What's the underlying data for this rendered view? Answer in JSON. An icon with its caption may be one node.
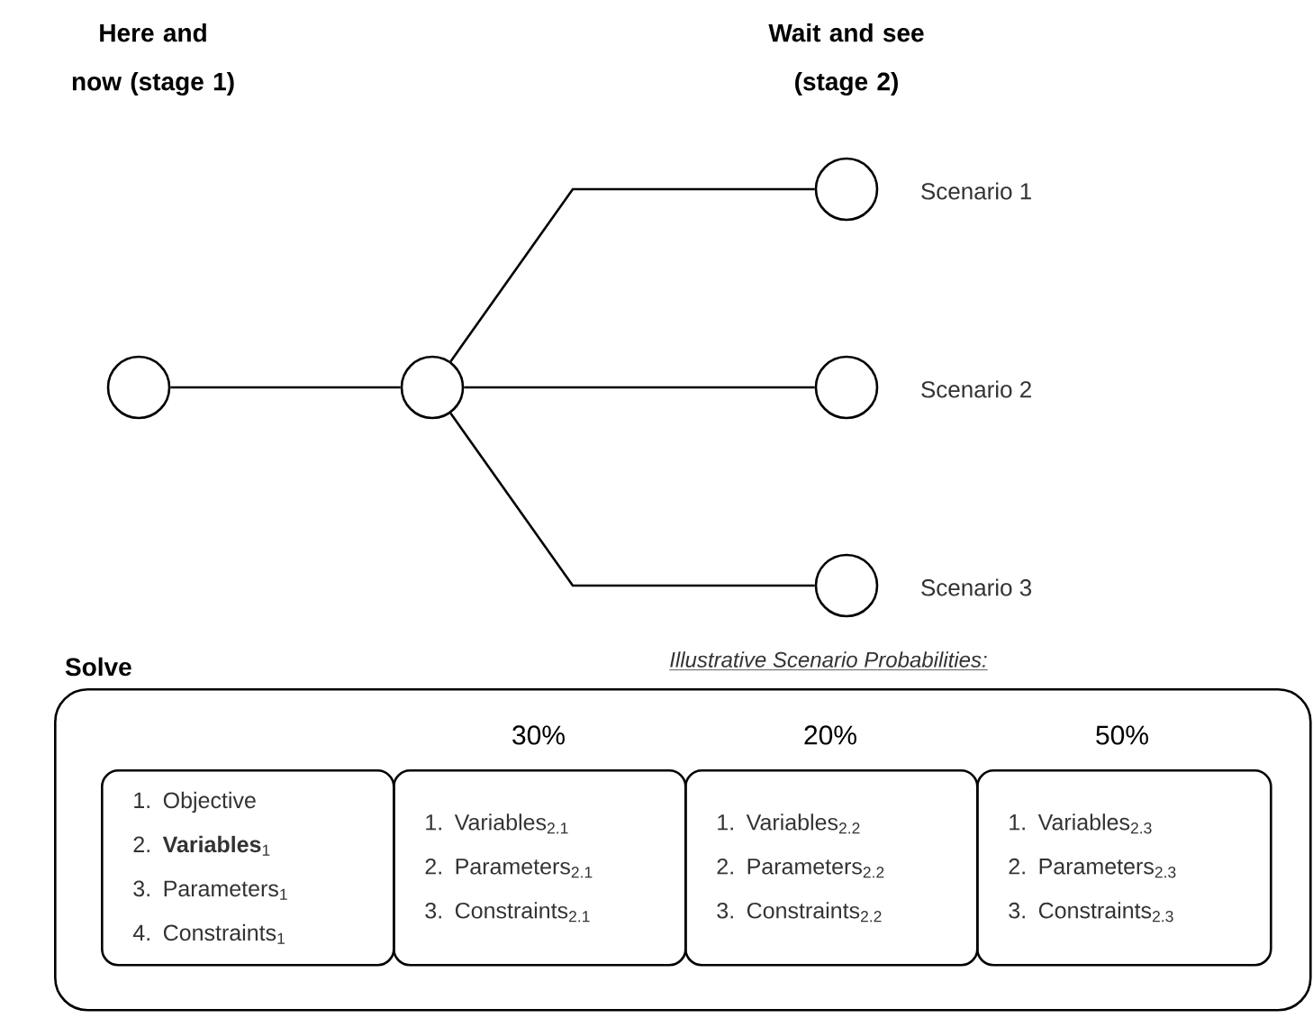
{
  "diagram": {
    "nodes": [
      {
        "text": [],
        "shape": "circle"
      },
      {
        "text": [],
        "shape": "circle"
      },
      {
        "text": [],
        "shape": "circle",
        "beside": [
          "Scenario 1"
        ]
      },
      {
        "text": [],
        "shape": "circle",
        "beside": [
          "Scenario 2"
        ]
      },
      {
        "text": [],
        "shape": "circle",
        "beside": [
          "Scenario 3"
        ]
      },
      {
        "text": [
          "Solve"
        ]
      },
      {
        "text": [
          "1. Objective",
          "2. **Variables**$_{1}$",
          "3. Parameters$_{1}$",
          "4. Constraints$_{1}$"
        ],
        "in": 5
      },
      {
        "text": [
          "30%",
          "1. Variables$_{2.1}$",
          "2. Parameters$_{2.1}$",
          "3. Constraints$_{2.1}$"
        ],
        "in": 5
      },
      {
        "text": [
          "20%",
          "1. Variables$_{2.2}$",
          "2. Parameters$_{2.2}$",
          "3. Constraints$_{2.2}$"
        ],
        "in": 5
      },
      {
        "text": [
          "50%",
          "1. Variables$_{2.3}$",
          "2. Parameters$_{2.3}$",
          "3. Constraints$_{2.3}$"
        ],
        "in": 5
      }
    ],
    "edges": [
      {
        "from": 0,
        "to": 1,
        "arrow": "none"
      },
      {
        "from": 1,
        "to": 2,
        "arrow": "none"
      },
      {
        "from": 1,
        "to": 3,
        "arrow": "none"
      },
      {
        "from": 1,
        "to": 4,
        "arrow": "none"
      }
    ],
    "labels": [
      "Here and now (stage 1)",
      "Wait and see (stage 2)",
      "Illustrative Scenario Probabilities:"
    ]
  }
}
